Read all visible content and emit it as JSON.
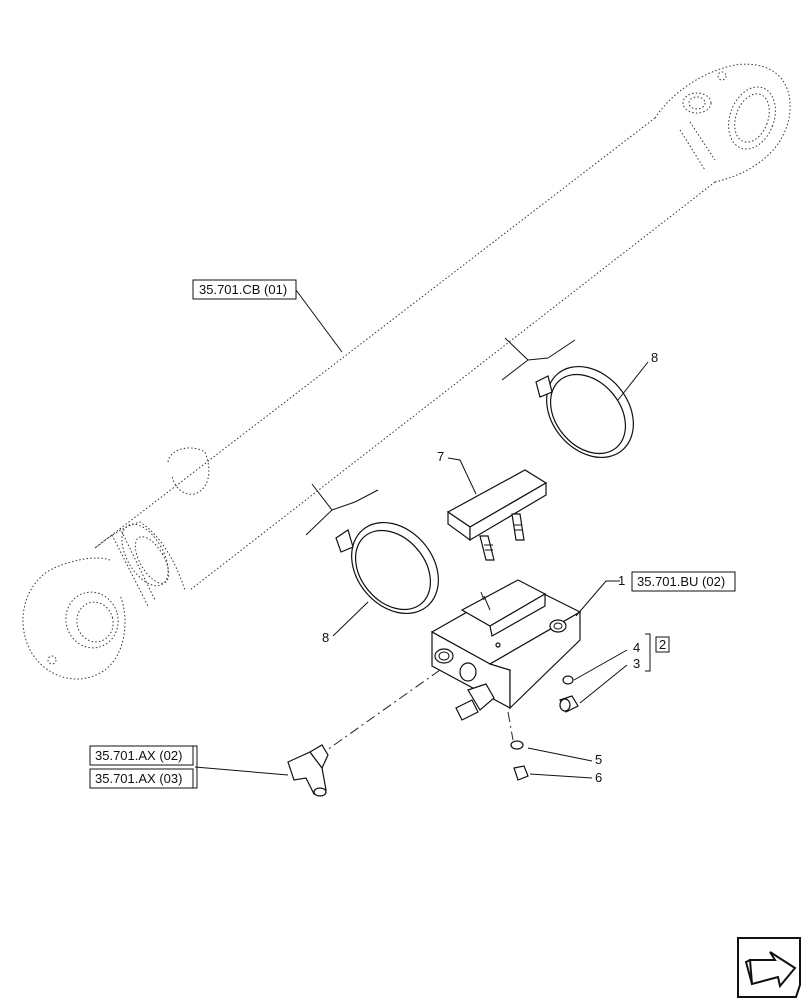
{
  "references": {
    "cylinder": "35.701.CB (01)",
    "valve_block": "35.701.BU (02)",
    "fitting_a": "35.701.AX (02)",
    "fitting_b": "35.701.AX (03)"
  },
  "callouts": {
    "c1": "1",
    "c2": "2",
    "c3": "3",
    "c4": "4",
    "c5": "5",
    "c6": "6",
    "c7": "7",
    "c8_upper": "8",
    "c8_lower": "8"
  },
  "icons": {
    "nav": "next-page-arrow-icon"
  }
}
